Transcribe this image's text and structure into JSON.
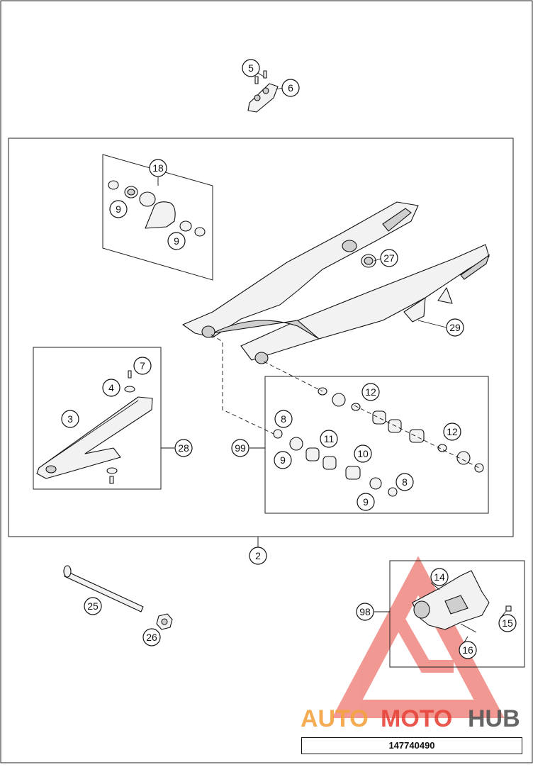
{
  "diagram_id": "147740490",
  "watermark": {
    "brand_part1": "AUTO",
    "brand_part2": "MOTO",
    "brand_part3": "HUB",
    "colors": {
      "part1": "#f4a340",
      "part2": "#e8453c",
      "part3": "#555555",
      "logo": "#e8453c"
    }
  },
  "callouts": {
    "c2": "2",
    "c3": "3",
    "c4": "4",
    "c5": "5",
    "c6": "6",
    "c7": "7",
    "c8a": "8",
    "c8b": "8",
    "c9a": "9",
    "c9b": "9",
    "c9c": "9",
    "c9d": "9",
    "c10": "10",
    "c11": "11",
    "c12a": "12",
    "c12b": "12",
    "c14": "14",
    "c15": "15",
    "c16": "16",
    "c18": "18",
    "c25": "25",
    "c26": "26",
    "c27": "27",
    "c28": "28",
    "c29": "29",
    "c98": "98",
    "c99": "99"
  }
}
